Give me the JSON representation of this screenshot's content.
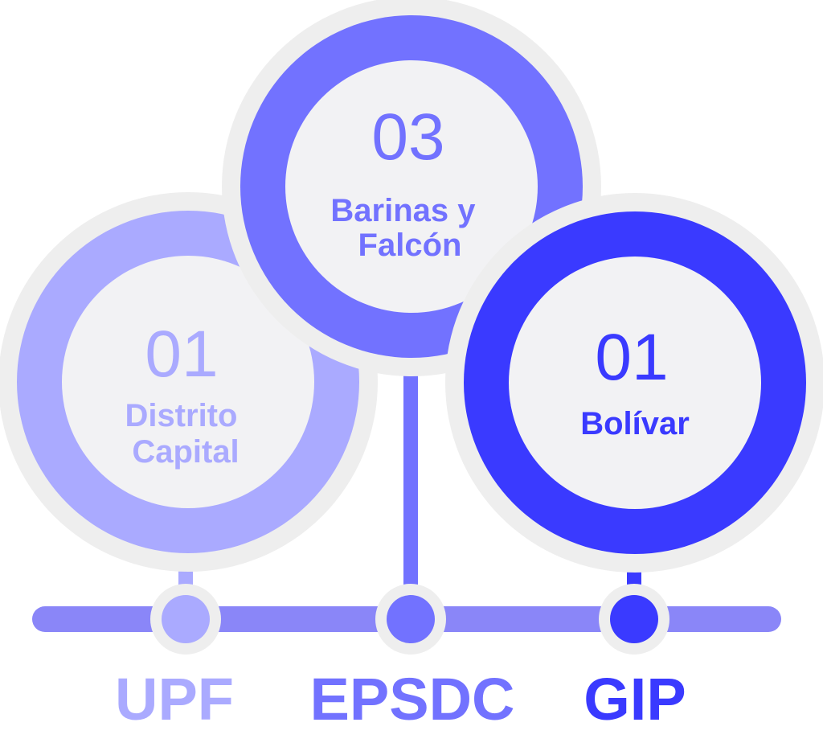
{
  "colors": {
    "halo": "#eeeeee",
    "inner_fill": "#f2f2f4",
    "timeline": "#8a86f8"
  },
  "items": [
    {
      "number": "01",
      "place_lines": [
        "Distrito",
        "Capital"
      ],
      "label": "UPF",
      "color": "#aaaaff"
    },
    {
      "number": "03",
      "place_lines": [
        "Barinas y",
        "Falcón"
      ],
      "label": "EPSDC",
      "color": "#7272ff"
    },
    {
      "number": "01",
      "place_lines": [
        "Bolívar"
      ],
      "label": "GIP",
      "color": "#3a3aff"
    }
  ]
}
